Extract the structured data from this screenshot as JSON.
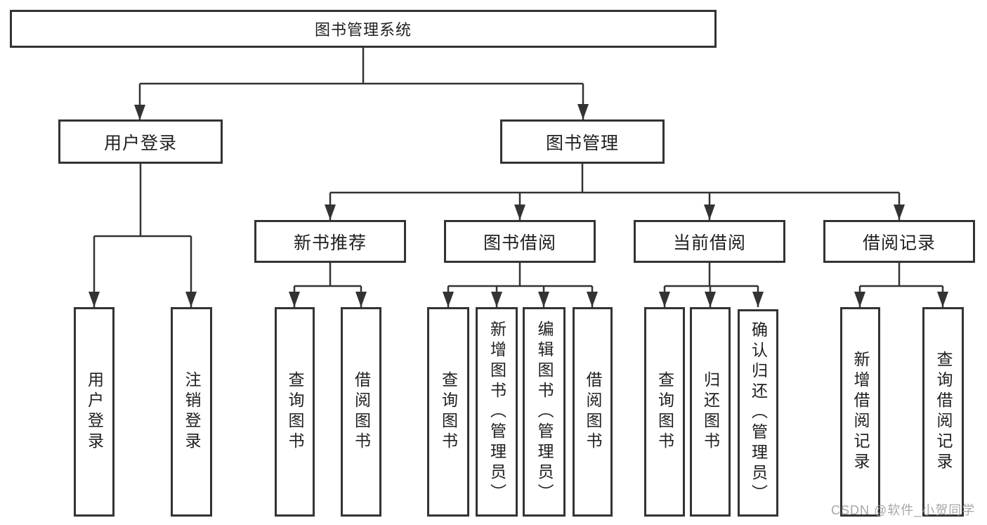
{
  "diagram": {
    "root": {
      "label": "图书管理系统"
    },
    "branches": {
      "user_login": {
        "label": "用户登录",
        "children": [
          "用户登录",
          "注销登录"
        ]
      },
      "book_management": {
        "label": "图书管理"
      }
    },
    "book_management_sections": [
      {
        "label": "新书推荐",
        "children": [
          "查询图书",
          "借阅图书"
        ]
      },
      {
        "label": "图书借阅",
        "children": [
          "查询图书",
          "新增图书（管理员）",
          "编辑图书（管理员）",
          "借阅图书"
        ]
      },
      {
        "label": "当前借阅",
        "children": [
          "查询图书",
          "归还图书",
          "确认归还（管理员）"
        ]
      },
      {
        "label": "借阅记录",
        "children": [
          "新增借阅记录",
          "查询借阅记录"
        ]
      }
    ],
    "colors": {
      "line": "#333333",
      "text": "#1f1f1f",
      "watermark": "#969696"
    },
    "watermark": "CSDN @软件_小贺同学"
  }
}
